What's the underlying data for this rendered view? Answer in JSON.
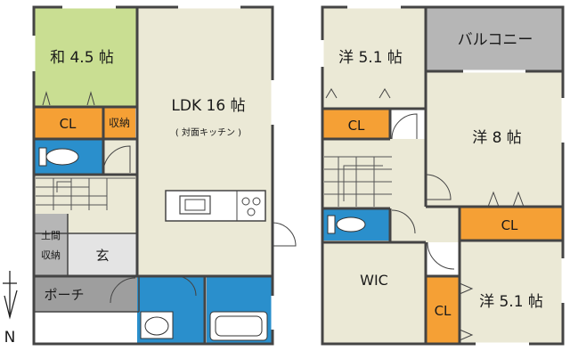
{
  "colors": {
    "floor": "#ebe9d6",
    "tatami": "#c9de92",
    "closet": "#f5a035",
    "wet": "#2a8fcc",
    "gray": "#b6b6b6",
    "wall": "#444444"
  },
  "floor1": {
    "washitsu": "和 4.5 帖",
    "cl": "CL",
    "shuno": "収納",
    "ldk": "LDK 16 帖",
    "kitchen_note": "( 対面キッチン )",
    "doma1": "土間",
    "doma2": "収納",
    "genkan": "玄",
    "porch": "ポーチ"
  },
  "floor2": {
    "yo51_top": "洋 5.1 帖",
    "balcony": "バルコニー",
    "cl_left": "CL",
    "yo8": "洋 8 帖",
    "cl_right": "CL",
    "wic": "WIC",
    "cl_bottom": "CL",
    "yo51_bottom": "洋 5.1 帖"
  },
  "compass": {
    "label": "N",
    "icon": "north-arrow-icon"
  }
}
